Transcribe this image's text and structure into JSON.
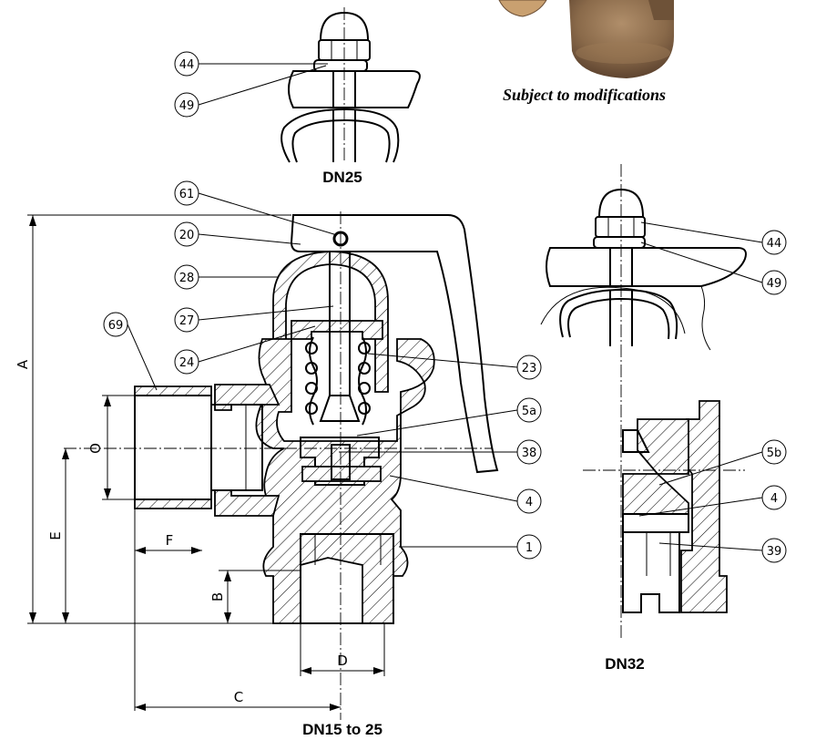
{
  "note": "Subject to modifications",
  "views": {
    "dn25": "DN25",
    "main": "DN15 to 25",
    "dn32": "DN32"
  },
  "dimensions": {
    "A": "A",
    "B": "B",
    "C": "C",
    "D": "D",
    "E": "E",
    "F": "F",
    "O": "O"
  },
  "part_refs": {
    "dn25": [
      "44",
      "49"
    ],
    "main_left": [
      "61",
      "20",
      "28",
      "27",
      "69",
      "24"
    ],
    "main_right": [
      "23",
      "5a",
      "38",
      "4",
      "1"
    ],
    "dn32": [
      "44",
      "49",
      "5b",
      "4",
      "39"
    ]
  },
  "photo": {
    "kind": "bronze valve photo (cropped)",
    "colors": {
      "bronze": "#8a6a4a",
      "highlight": "#b08e6a",
      "shadow": "#5e4430"
    }
  }
}
